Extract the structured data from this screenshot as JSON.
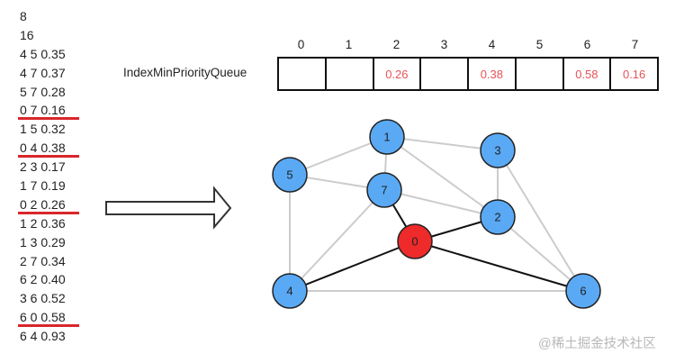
{
  "edge_list": [
    {
      "text": "8",
      "highlighted": false
    },
    {
      "text": "16",
      "highlighted": false
    },
    {
      "text": "4 5 0.35",
      "highlighted": false
    },
    {
      "text": "4 7 0.37",
      "highlighted": false
    },
    {
      "text": "5 7 0.28",
      "highlighted": false
    },
    {
      "text": "0 7 0.16",
      "highlighted": true
    },
    {
      "text": "1 5 0.32",
      "highlighted": false
    },
    {
      "text": "0 4 0.38",
      "highlighted": true
    },
    {
      "text": "2 3 0.17",
      "highlighted": false
    },
    {
      "text": "1 7 0.19",
      "highlighted": false
    },
    {
      "text": "0 2 0.26",
      "highlighted": true
    },
    {
      "text": "1 2 0.36",
      "highlighted": false
    },
    {
      "text": "1 3 0.29",
      "highlighted": false
    },
    {
      "text": "2 7 0.34",
      "highlighted": false
    },
    {
      "text": "6 2 0.40",
      "highlighted": false
    },
    {
      "text": "3 6 0.52",
      "highlighted": false
    },
    {
      "text": "6 0 0.58",
      "highlighted": true
    },
    {
      "text": "6 4 0.93",
      "highlighted": false
    }
  ],
  "priority_queue": {
    "label": "IndexMinPriorityQueue",
    "indices": [
      "0",
      "1",
      "2",
      "3",
      "4",
      "5",
      "6",
      "7"
    ],
    "cells": [
      "",
      "",
      "0.26",
      "",
      "0.38",
      "",
      "0.58",
      "0.16"
    ]
  },
  "graph": {
    "nodes": [
      {
        "id": "0",
        "label": "0",
        "color": "#ee2a2a"
      },
      {
        "id": "1",
        "label": "1",
        "color": "#5aa9f5"
      },
      {
        "id": "2",
        "label": "2",
        "color": "#5aa9f5"
      },
      {
        "id": "3",
        "label": "3",
        "color": "#5aa9f5"
      },
      {
        "id": "4",
        "label": "4",
        "color": "#5aa9f5"
      },
      {
        "id": "5",
        "label": "5",
        "color": "#5aa9f5"
      },
      {
        "id": "6",
        "label": "6",
        "color": "#5aa9f5"
      },
      {
        "id": "7",
        "label": "7",
        "color": "#5aa9f5"
      }
    ],
    "edges": [
      {
        "from": "4",
        "to": "5",
        "active": false
      },
      {
        "from": "4",
        "to": "7",
        "active": false
      },
      {
        "from": "5",
        "to": "7",
        "active": false
      },
      {
        "from": "0",
        "to": "7",
        "active": true
      },
      {
        "from": "1",
        "to": "5",
        "active": false
      },
      {
        "from": "0",
        "to": "4",
        "active": true
      },
      {
        "from": "2",
        "to": "3",
        "active": false
      },
      {
        "from": "1",
        "to": "7",
        "active": false
      },
      {
        "from": "0",
        "to": "2",
        "active": true
      },
      {
        "from": "1",
        "to": "2",
        "active": false
      },
      {
        "from": "1",
        "to": "3",
        "active": false
      },
      {
        "from": "2",
        "to": "7",
        "active": false
      },
      {
        "from": "6",
        "to": "2",
        "active": false
      },
      {
        "from": "3",
        "to": "6",
        "active": false
      },
      {
        "from": "6",
        "to": "0",
        "active": true
      },
      {
        "from": "6",
        "to": "4",
        "active": false
      }
    ],
    "edge_color": "#cccccc",
    "active_edge_color": "#111111"
  },
  "watermark": "@稀土掘金技术社区"
}
